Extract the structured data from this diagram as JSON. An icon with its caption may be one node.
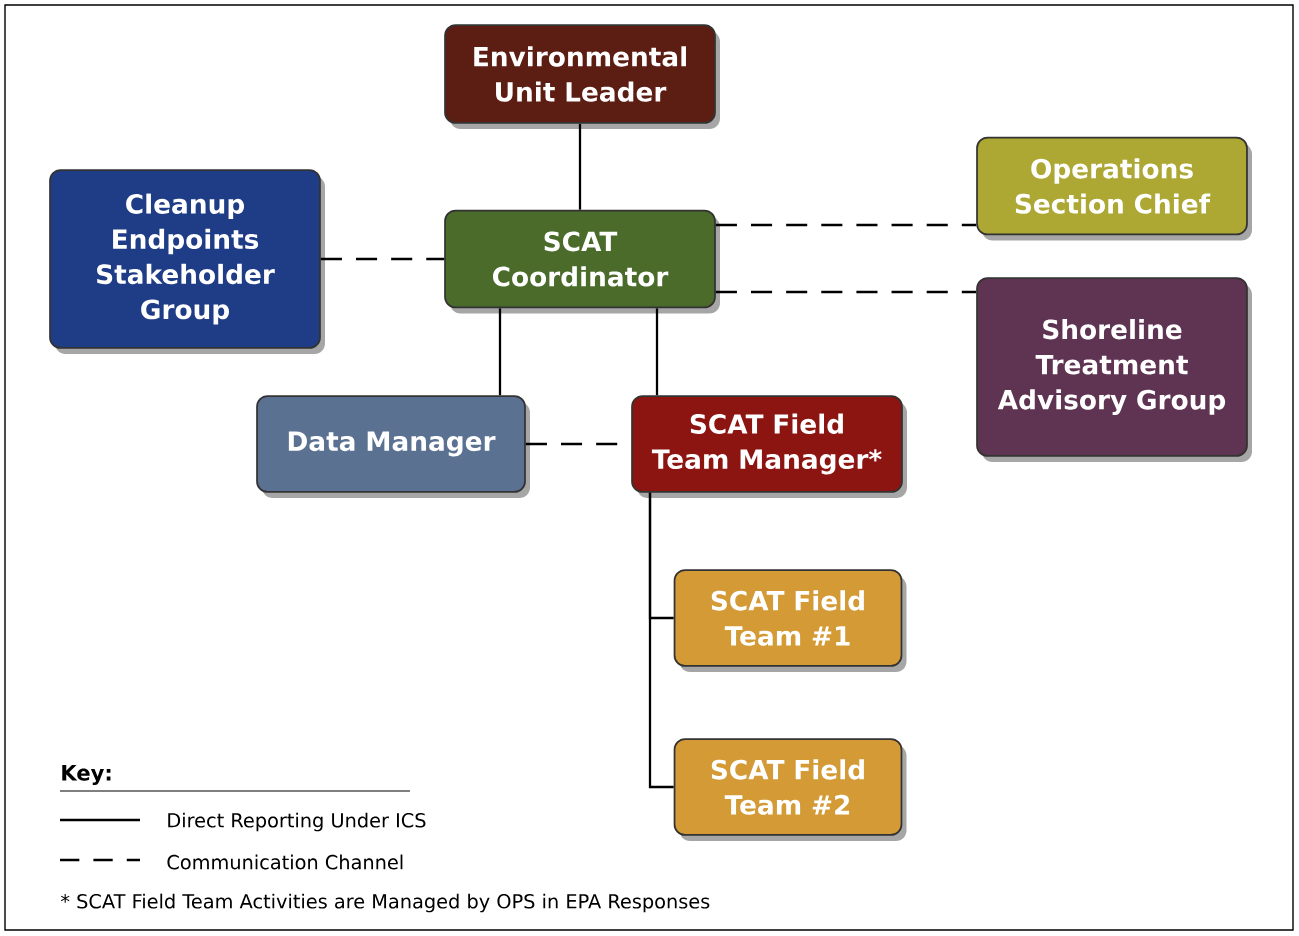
{
  "diagram": {
    "nodes": [
      {
        "text": [
          "Environmental Unit Leader"
        ]
      },
      {
        "text": [
          "Cleanup Endpoints Stakeholder Group"
        ]
      },
      {
        "text": [
          "SCAT Coordinator"
        ]
      },
      {
        "text": [
          "Operations Section Chief"
        ]
      },
      {
        "text": [
          "Shoreline Treatment Advisory Group"
        ]
      },
      {
        "text": [
          "Data Manager"
        ]
      },
      {
        "text": [
          "SCAT Field Team Manager*"
        ]
      },
      {
        "text": [
          "SCAT Field Team #1"
        ]
      },
      {
        "text": [
          "SCAT Field Team #2"
        ]
      }
    ],
    "edges": [
      {
        "from": 0,
        "to": 2,
        "arrow": "none"
      },
      {
        "from": 1,
        "to": 2,
        "arrow": "none",
        "style": "dashed"
      },
      {
        "from": 2,
        "to": 3,
        "arrow": "none",
        "style": "dashed"
      },
      {
        "from": 2,
        "to": 4,
        "arrow": "none",
        "style": "dashed"
      },
      {
        "from": 2,
        "to": 5,
        "arrow": "none"
      },
      {
        "from": 2,
        "to": 6,
        "arrow": "none"
      },
      {
        "from": 5,
        "to": 6,
        "arrow": "none",
        "style": "dashed"
      },
      {
        "from": 6,
        "to": 7,
        "arrow": "none"
      },
      {
        "from": 6,
        "to": 8,
        "arrow": "none"
      }
    ],
    "labels": [
      "Key:",
      "* SCAT Field Team Activities are Managed by OPS in EPA Responses"
    ],
    "legend": [
      {
        "text": "Direct Reporting Under ICS"
      },
      {
        "text": "Communication Channel"
      }
    ]
  }
}
